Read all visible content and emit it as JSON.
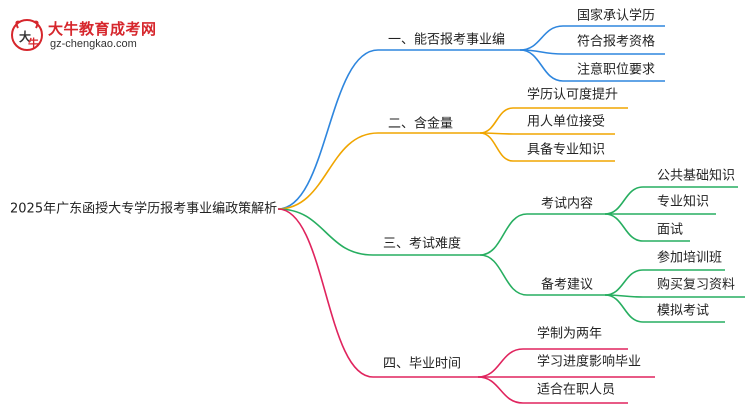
{
  "logo": {
    "title": "大牛教育成考网",
    "url": "gz-chengkao.com"
  },
  "root": {
    "label": "2025年广东函授大专学历报考事业编政策解析"
  },
  "branches": [
    {
      "label": "一、能否报考事业编",
      "color": "#2e86de",
      "children": [
        {
          "label": "国家承认学历"
        },
        {
          "label": "符合报考资格"
        },
        {
          "label": "注意职位要求"
        }
      ]
    },
    {
      "label": "二、含金量",
      "color": "#f0a500",
      "children": [
        {
          "label": "学历认可度提升"
        },
        {
          "label": "用人单位接受"
        },
        {
          "label": "具备专业知识"
        }
      ]
    },
    {
      "label": "三、考试难度",
      "color": "#27ae60",
      "children": [
        {
          "label": "考试内容",
          "children": [
            {
              "label": "公共基础知识"
            },
            {
              "label": "专业知识"
            },
            {
              "label": "面试"
            }
          ]
        },
        {
          "label": "备考建议",
          "children": [
            {
              "label": "参加培训班"
            },
            {
              "label": "购买复习资料"
            },
            {
              "label": "模拟考试"
            }
          ]
        }
      ]
    },
    {
      "label": "四、毕业时间",
      "color": "#e0245e",
      "children": [
        {
          "label": "学制为两年"
        },
        {
          "label": "学习进度影响毕业"
        },
        {
          "label": "适合在职人员"
        }
      ]
    }
  ]
}
